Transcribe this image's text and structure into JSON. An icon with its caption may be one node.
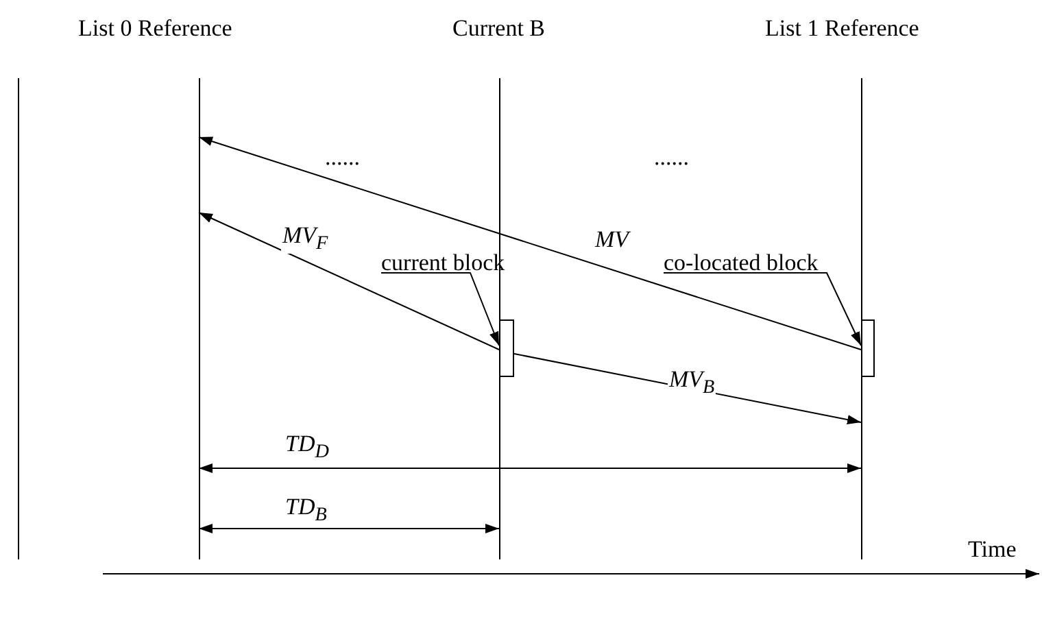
{
  "diagram": {
    "nodes": [
      {
        "text": [],
        "shape": "bar",
        "beside": [
          "List 0 Reference"
        ]
      },
      {
        "text": [],
        "shape": "bar",
        "beside": [
          "Current B"
        ]
      },
      {
        "text": [],
        "shape": "bar",
        "beside": [
          "List 1 Reference"
        ]
      },
      {
        "text": [],
        "shape": "box"
      },
      {
        "text": [],
        "shape": "box"
      },
      {
        "text": [
          "current block"
        ]
      },
      {
        "text": [
          "co-located block"
        ]
      }
    ],
    "edges": [
      {
        "from": 4,
        "to": 0,
        "arrow": "to",
        "label": "MV"
      },
      {
        "from": 3,
        "to": 0,
        "arrow": "to",
        "label": "MV$_{F}$"
      },
      {
        "from": 3,
        "to": 2,
        "arrow": "to",
        "label": "MV$_{B}$"
      },
      {
        "from": 5,
        "to": 3,
        "arrow": "to"
      },
      {
        "from": 6,
        "to": 4,
        "arrow": "to"
      },
      {
        "from": 0,
        "to": 2,
        "arrow": "both",
        "label": "TD$_{D}$"
      },
      {
        "from": 0,
        "to": 1,
        "arrow": "both",
        "label": "TD$_{B}$"
      }
    ],
    "labels": [
      "......",
      "......",
      "Time"
    ]
  }
}
